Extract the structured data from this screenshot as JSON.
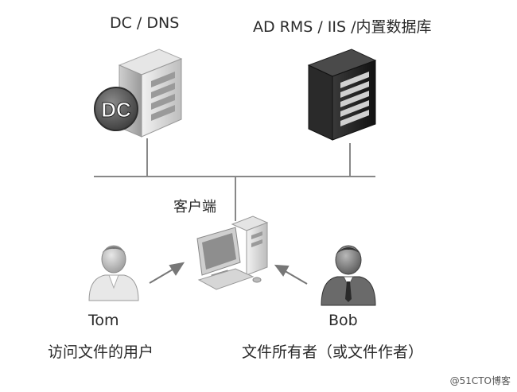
{
  "labels": {
    "dc_server": "DC / DNS",
    "rms_server": "AD RMS / IIS /内置数据库",
    "client": "客户端",
    "tom": "Tom",
    "bob": "Bob",
    "tom_desc": "访问文件的用户",
    "bob_desc": "文件所有者（或文件作者）",
    "dc_badge": "DC",
    "watermark": "@51CTO博客"
  },
  "icons": {
    "dc_server": "server-icon",
    "rms_server": "server-icon",
    "client": "desktop-computer-icon",
    "tom": "user-icon",
    "bob": "user-icon"
  },
  "colors": {
    "line": "#888888",
    "server_light": "#d8d8d8",
    "server_dark": "#1e1e1e",
    "badge": "#5a5a5a"
  }
}
